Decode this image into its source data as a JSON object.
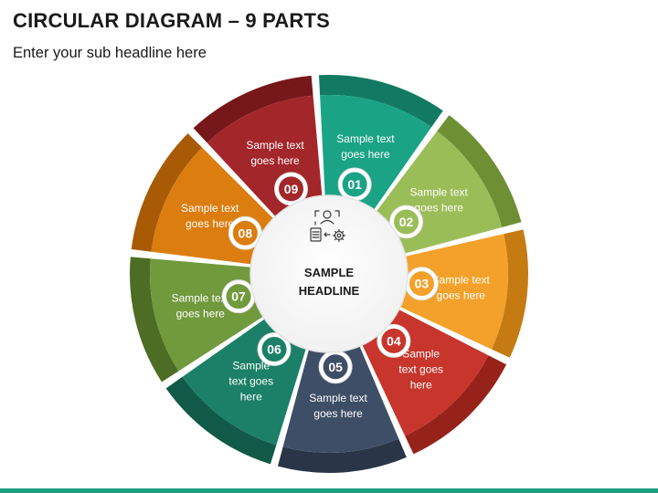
{
  "header": {
    "title": "CIRCULAR DIAGRAM – 9 PARTS",
    "subtitle": "Enter your sub headline here"
  },
  "center": {
    "headline_lines": [
      "SAMPLE",
      "HEADLINE"
    ],
    "icon": "person-document-gear-icon"
  },
  "segments": [
    {
      "number": "01",
      "lines": [
        "Sample text",
        "goes here"
      ],
      "color": "#1ba386",
      "dark": "#127a63"
    },
    {
      "number": "02",
      "lines": [
        "Sample text",
        "goes here"
      ],
      "color": "#9bbd58",
      "dark": "#6f8f34"
    },
    {
      "number": "03",
      "lines": [
        "Sample text",
        "goes here"
      ],
      "color": "#f3a12a",
      "dark": "#c67a12"
    },
    {
      "number": "04",
      "lines": [
        "Sample",
        "text goes",
        "here"
      ],
      "color": "#c7352c",
      "dark": "#962219"
    },
    {
      "number": "05",
      "lines": [
        "Sample text",
        "goes here"
      ],
      "color": "#3f4e67",
      "dark": "#2a3548"
    },
    {
      "number": "06",
      "lines": [
        "Sample",
        "text goes",
        "here"
      ],
      "color": "#1b8067",
      "dark": "#105a47"
    },
    {
      "number": "07",
      "lines": [
        "Sample text",
        "goes here"
      ],
      "color": "#709a3c",
      "dark": "#4d6d25"
    },
    {
      "number": "08",
      "lines": [
        "Sample text",
        "goes here"
      ],
      "color": "#dc7d10",
      "dark": "#a85a05"
    },
    {
      "number": "09",
      "lines": [
        "Sample text",
        "goes here"
      ],
      "color": "#a3262a",
      "dark": "#761719"
    }
  ],
  "footer": {
    "accent": "#1b9e7e"
  }
}
